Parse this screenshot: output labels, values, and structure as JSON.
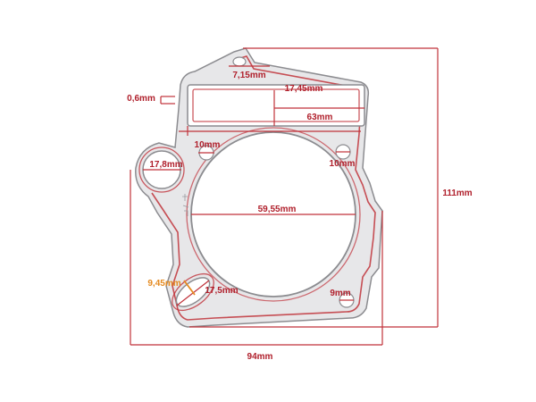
{
  "colors": {
    "background": "#ffffff",
    "dimension_line": "#c0323a",
    "dimension_text": "#b0202c",
    "accent_dimension": "#e58a1f",
    "gasket_metal": "#e7e7e9",
    "gasket_edge": "#8c8c90",
    "gasket_seal_bead": "#c0323a"
  },
  "dimensions": {
    "top_slot_length": "7,15mm",
    "slot_width": "17,45mm",
    "plate_thickness": "0,6mm",
    "slot_span": "63mm",
    "small_hole_left": "10mm",
    "small_hole_right": "10mm",
    "dowel_hole": "17,8mm",
    "bore_diameter": "59,55mm",
    "lower_hole_width": "9,45mm",
    "lower_hole_length": "17,5mm",
    "bottom_right_hole": "9mm",
    "overall_height": "111mm",
    "overall_width": "94mm"
  }
}
